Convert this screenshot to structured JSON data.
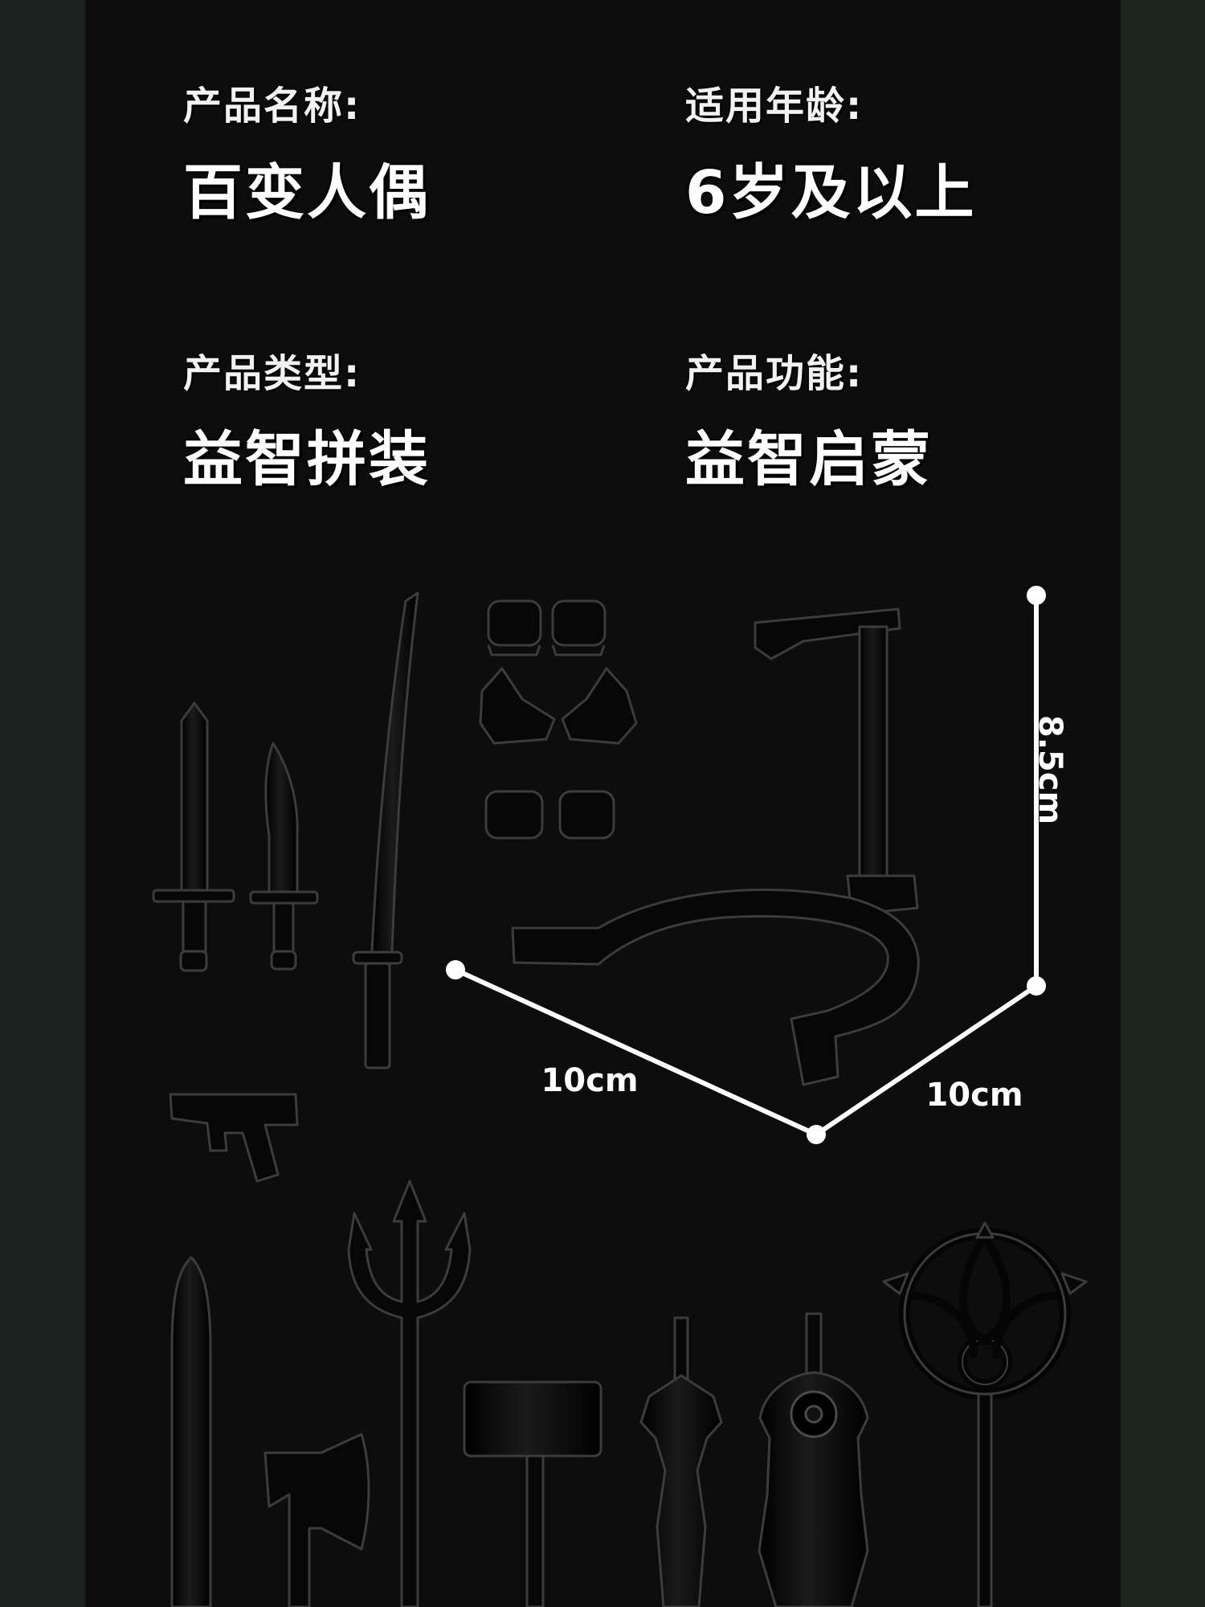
{
  "specs": {
    "name": {
      "label": "产品名称:",
      "value": "百变人偶"
    },
    "age": {
      "label": "适用年龄:",
      "value": "6岁及以上"
    },
    "type": {
      "label": "产品类型:",
      "value": "益智拼装"
    },
    "function": {
      "label": "产品功能:",
      "value": "益智启蒙"
    }
  },
  "dimensions": {
    "height": "8.5cm",
    "width_left": "10cm",
    "width_right": "10cm"
  },
  "colors": {
    "panel_background": "#0d0d0d",
    "outer_background": "#1a1f1c",
    "text": "#ffffff",
    "accessory_fill": "#070707",
    "accessory_outline": "#3c3c3c"
  },
  "accessories": [
    "longsword-icon",
    "dagger-icon",
    "katana-icon",
    "pistol-icon",
    "hand-pieces-icon",
    "display-stand-icon",
    "blade-icon",
    "axe-icon",
    "trident-icon",
    "hammer-icon",
    "ornate-sword-icon",
    "ornate-greatsword-icon",
    "staff-icon"
  ]
}
